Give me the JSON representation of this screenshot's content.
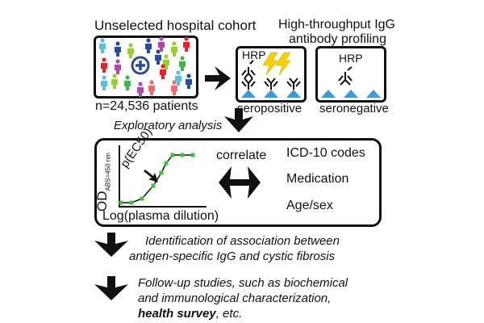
{
  "cohort": {
    "title": "Unselected hospital cohort",
    "count_label": "n=24,536 patients",
    "figure_colors": [
      "#5bc0de",
      "#2a4a9c",
      "#9acd32",
      "#e8202a",
      "#b04aa8",
      "#44b649",
      "#f06a6a"
    ],
    "center_icon": "plus-circle-icon",
    "center_icon_color": "#2a4a9c"
  },
  "profiling": {
    "title_line1": "High-throughput IgG",
    "title_line2": "antibody profiling",
    "seropositive": {
      "label": "seropositive",
      "enzyme": "HRP"
    },
    "seronegative": {
      "label": "seronegative",
      "enzyme": "HRP"
    },
    "antigen_color": "#3a9bd8",
    "signal_color": "#f5d000"
  },
  "exploratory": {
    "label": "Exploratory analysis",
    "curve": {
      "ylabel_main": "OD",
      "ylabel_sub": "ABS=450 nm",
      "xlabel": "Log(plasma dilution)",
      "annotation": "p(EC50)",
      "point_color": "#3cc43c"
    },
    "correlate_label": "correlate",
    "variables": [
      "ICD-10 codes",
      "Medication",
      "Age/sex"
    ]
  },
  "steps": [
    {
      "line1": "Identification of association between",
      "line2": "antigen-specific IgG and cystic fibrosis"
    },
    {
      "line1": "Follow-up studies, such as biochemical",
      "line2": "and immunological characterization,",
      "line3_bold": "health survey",
      "line3_rest": ", etc."
    }
  ]
}
